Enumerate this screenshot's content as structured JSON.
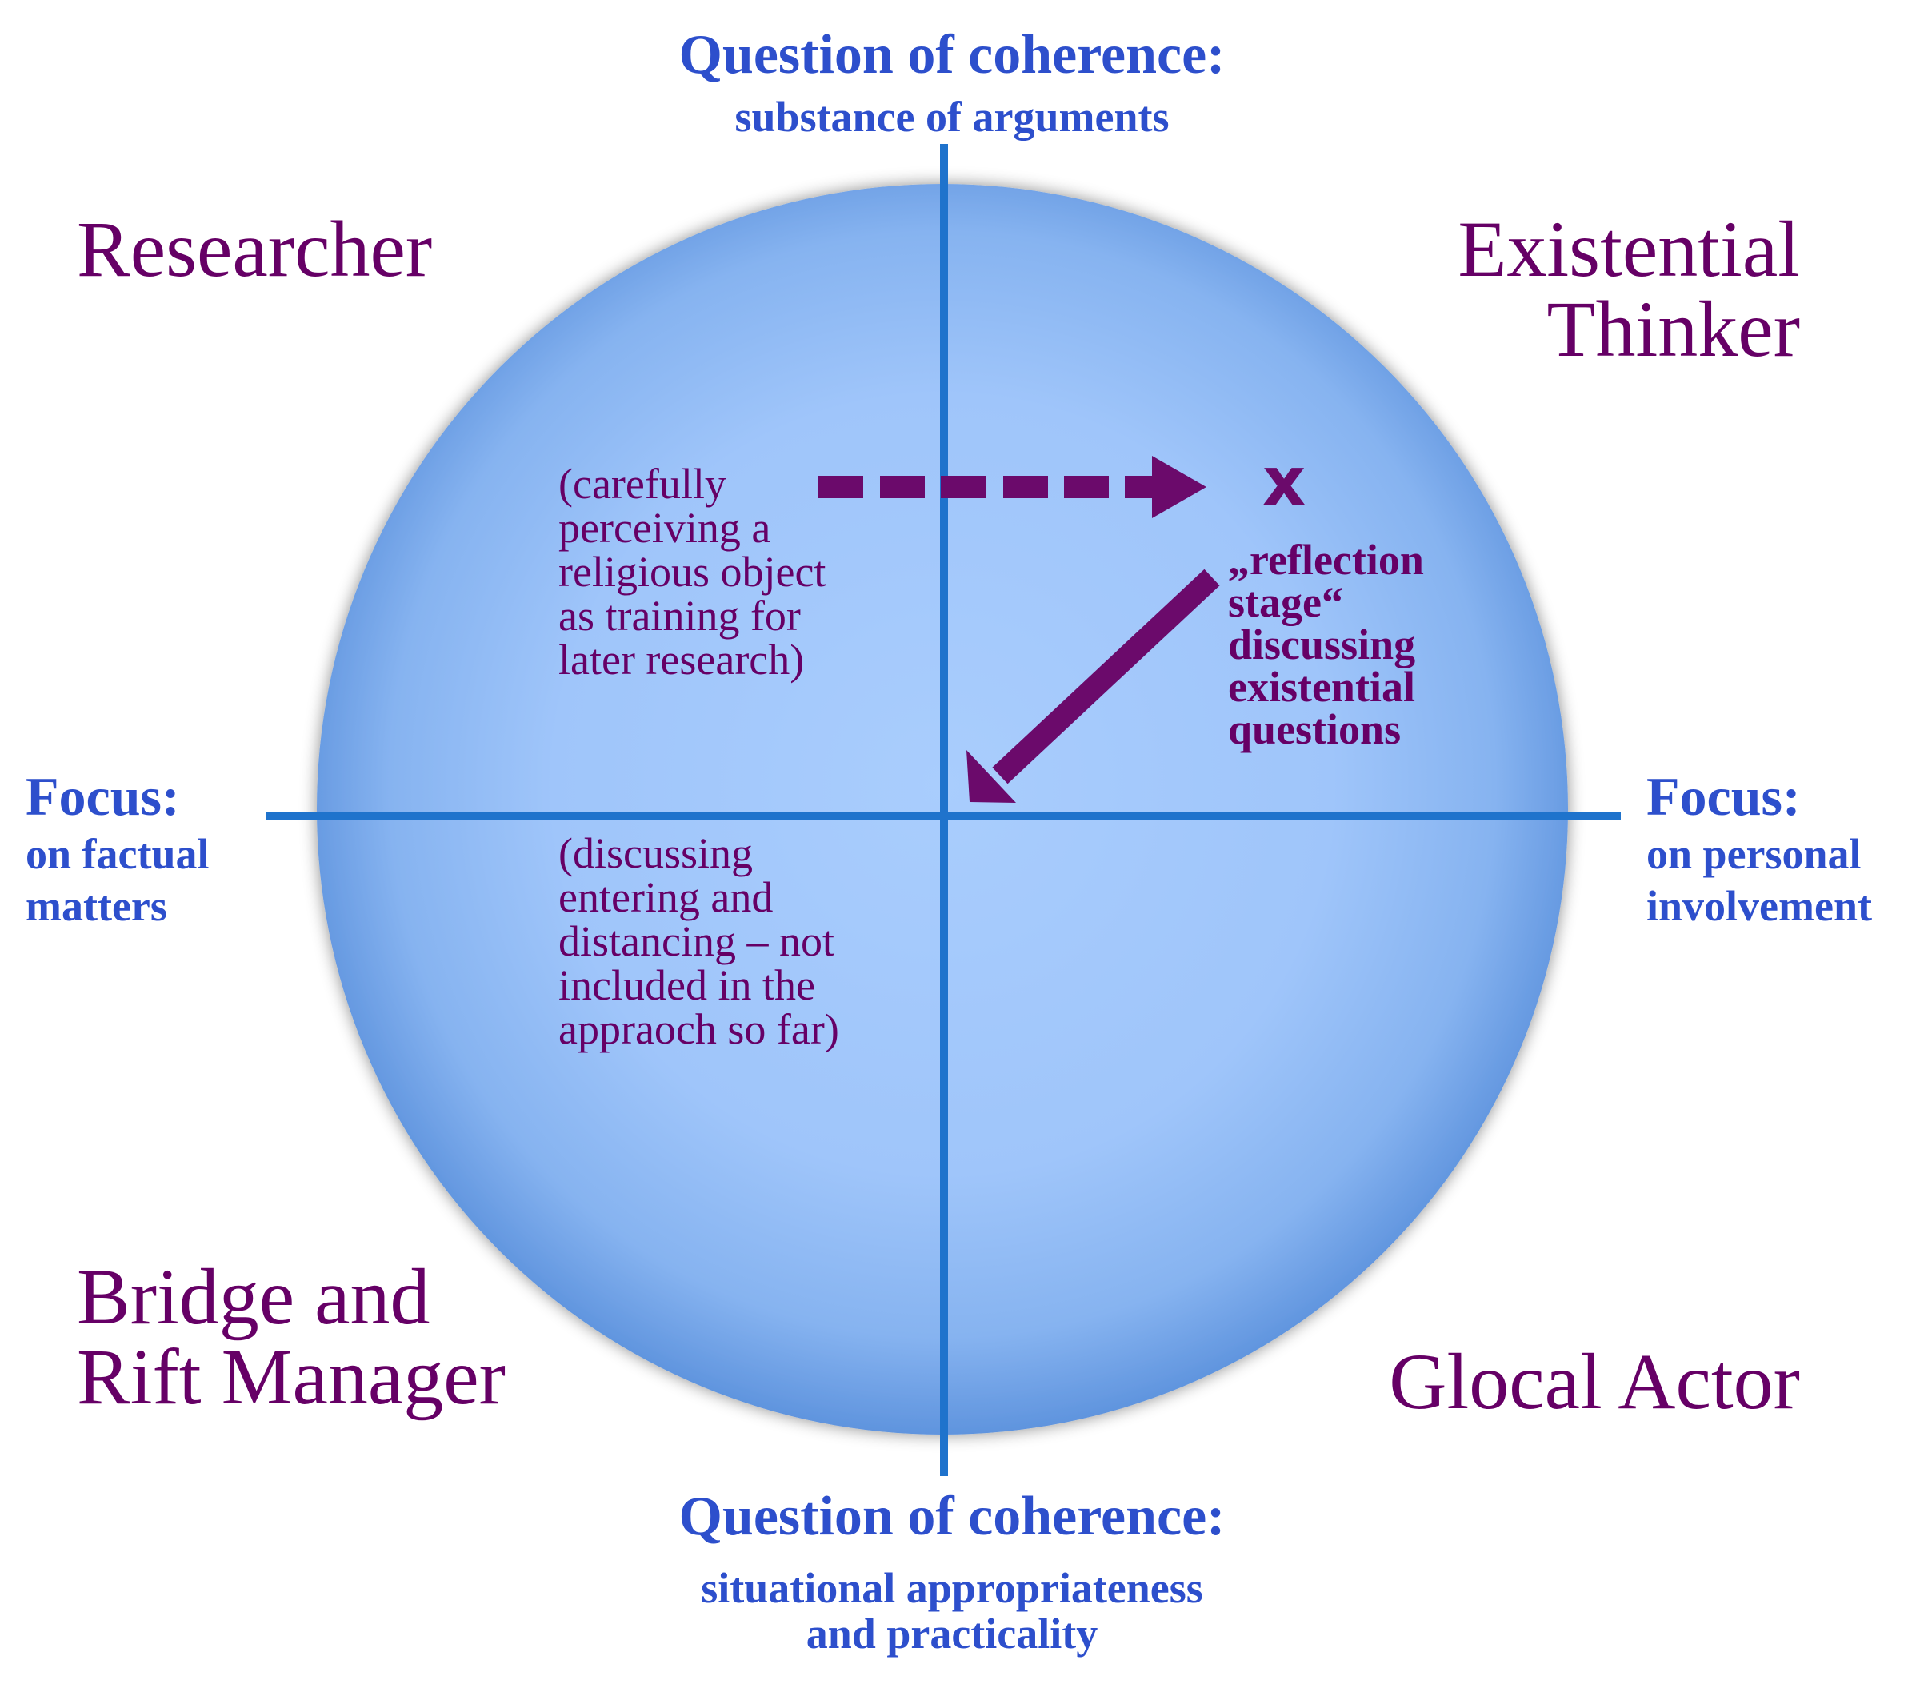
{
  "axes": {
    "top": {
      "title": "Question of coherence:",
      "subtitle": "substance of arguments"
    },
    "bottom": {
      "title": "Question of coherence:",
      "subtitle": "situational appropriateness\nand practicality"
    },
    "left": {
      "title": "Focus:",
      "subtitle": "on factual\nmatters"
    },
    "right": {
      "title": "Focus:",
      "subtitle": "on personal\ninvolvement"
    }
  },
  "quadrants": {
    "top_left": "Researcher",
    "top_right": "Existential\nThinker",
    "bottom_left": "Bridge and\nRift Manager",
    "bottom_right": "Glocal Actor"
  },
  "annotations": {
    "top_left_note": "(carefully\nperceiving a\nreligious object\nas training for\nlater research)",
    "bottom_left_note": "(discussing\nentering and\ndistancing – not\nincluded in the\nappraoch so far)",
    "reflection_note": "„reflection\nstage“\ndiscussing\nexistential\nquestions",
    "marker": "x"
  },
  "colors": {
    "axis_text": "#2d4fcc",
    "role_text": "#660066",
    "arrow": "#6b0a6b",
    "axis_line": "#1f73cc",
    "sphere_light": "#a9cdfd",
    "sphere_dark": "#5f94de"
  }
}
